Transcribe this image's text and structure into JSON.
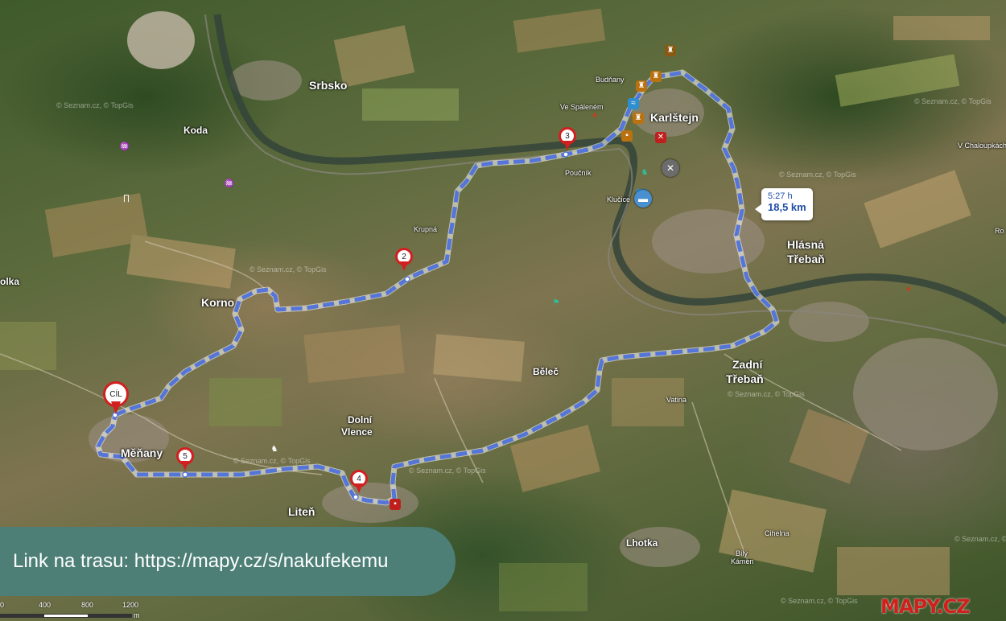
{
  "map": {
    "place_labels": [
      {
        "text": "Srbsko",
        "size": "big"
      },
      {
        "text": "Koda",
        "size": "med"
      },
      {
        "text": "Karlštejn",
        "size": "big"
      },
      {
        "text": "Hlásná",
        "size": "big"
      },
      {
        "text": "Třebaň",
        "size": "big"
      },
      {
        "text": "Korno",
        "size": "big"
      },
      {
        "text": "Běleč",
        "size": "med"
      },
      {
        "text": "Zadní",
        "size": "big"
      },
      {
        "text": "Třebaň",
        "size": "big"
      },
      {
        "text": "Měňany",
        "size": "big"
      },
      {
        "text": "Dolní",
        "size": "med"
      },
      {
        "text": "Vlence",
        "size": "med"
      },
      {
        "text": "Liteň",
        "size": "big"
      },
      {
        "text": "Lhotka",
        "size": "med"
      },
      {
        "text": "olka",
        "size": "med"
      }
    ],
    "small_labels": [
      "Budňany",
      "Ve Spáleném",
      "Poučník",
      "Klučice",
      "Krupná",
      "Vatina",
      "Cihelna",
      "Bílý",
      "Kámen",
      "V Chaloupkách",
      "Ro"
    ],
    "watermark": "© Seznam.cz, © TopGis",
    "route_markers": [
      "3",
      "2",
      "4",
      "5"
    ],
    "finish_label": "CÍL",
    "route_info": {
      "time": "5:27 h",
      "distance": "18,5 km"
    },
    "banner_text": "Link na trasu: https://mapy.cz/s/nakufekemu",
    "scale_labels": [
      "0",
      "400",
      "800",
      "1200"
    ],
    "scale_unit": "m",
    "logo_text": "MAPY.CZ",
    "colors": {
      "route": "#5576d8",
      "marker": "#d21f1f",
      "banner": "#4d7f77",
      "river": "#3a4a38"
    },
    "icons": [
      "castle-icon",
      "restaurant-icon",
      "hotel-icon",
      "viewpoint-icon",
      "swimming-icon",
      "mountain-icon"
    ]
  }
}
